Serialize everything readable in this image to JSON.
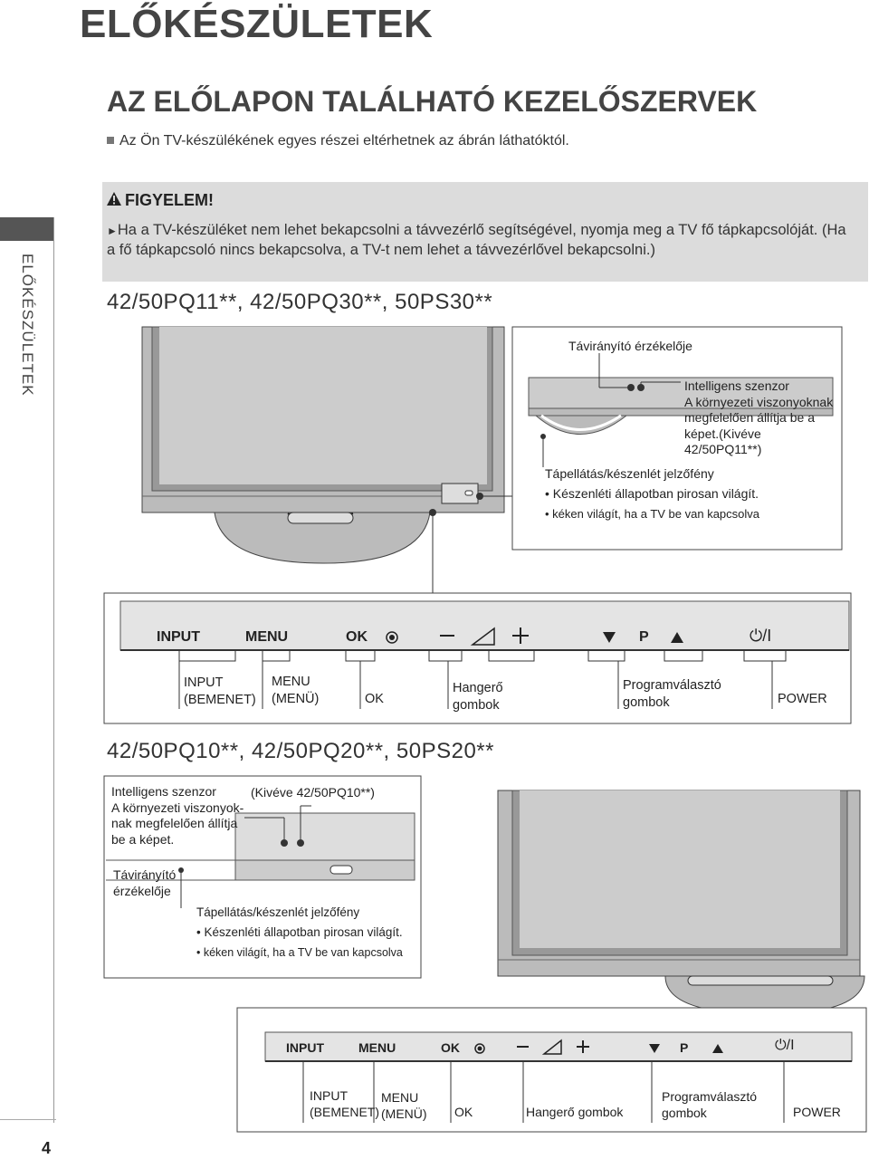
{
  "page": {
    "main_title": "ELŐKÉSZÜLETEK",
    "section_title": "AZ ELŐLAPON TALÁLHATÓ KEZELŐSZERVEK",
    "note": "Az Ön TV-készülékének egyes részei eltérhetnek az ábrán láthatóktól.",
    "side_tab": "ELŐKÉSZÜLETEK",
    "page_number": "4"
  },
  "warning": {
    "icon": "warning-triangle-icon",
    "title": "FIGYELEM!",
    "text": "Ha a TV-készüléket nem lehet bekapcsolni a távvezérlő segítségével, nyomja meg a TV fő tápkapcsolóját. (Ha a fő tápkapcsoló nincs bekapcsolva, a TV-t nem lehet a távvezérlővel bekapcsolni.)"
  },
  "model1": {
    "title": "42/50PQ11**, 42/50PQ30**, 50PS30**",
    "remote_sensor": "Távirányító érzékelője",
    "smart_sensor": [
      "Intelligens szenzor",
      "A környezeti viszonyoknak",
      "megfelelően állítja be a",
      "képet.(Kivéve",
      "42/50PQ11**)"
    ],
    "power_led": "Tápellátás/készenlét jelzőfény",
    "bullet1": "• Készenléti állapotban pirosan világít.",
    "bullet2": "• kéken világít, ha a TV be van kapcsolva",
    "panel": {
      "input": "INPUT",
      "menu": "MENU",
      "ok": "OK",
      "p": "P",
      "power": "⏻/I"
    },
    "labels": {
      "input": [
        "INPUT",
        "(BEMENET)"
      ],
      "menu": [
        "MENU",
        "(MENÜ)"
      ],
      "ok": "OK",
      "volume": [
        "Hangerő",
        "gombok"
      ],
      "program": [
        "Programválasztó",
        "gombok"
      ],
      "power": "POWER"
    }
  },
  "model2": {
    "title": "42/50PQ10**, 42/50PQ20**, 50PS20**",
    "smart_sensor": [
      "Intelligens szenzor",
      "A környezeti viszonyok-",
      "nak megfelelően állítja",
      "be a képet."
    ],
    "except": "(Kivéve 42/50PQ10**)",
    "remote_sensor": [
      "Távirányító",
      "érzékelője"
    ],
    "power_led": "Tápellátás/készenlét jelzőfény",
    "bullet1": "• Készenléti állapotban pirosan világít.",
    "bullet2": "• kéken világít, ha a TV be van kapcsolva",
    "panel": {
      "input": "INPUT",
      "menu": "MENU",
      "ok": "OK",
      "p": "P",
      "power": "⏻/I"
    },
    "labels": {
      "input": [
        "INPUT",
        "(BEMENET)"
      ],
      "menu": [
        "MENU",
        "(MENÜ)"
      ],
      "ok": "OK",
      "volume": "Hangerő gombok",
      "program": [
        "Programválasztó",
        "gombok"
      ],
      "power": "POWER"
    }
  }
}
